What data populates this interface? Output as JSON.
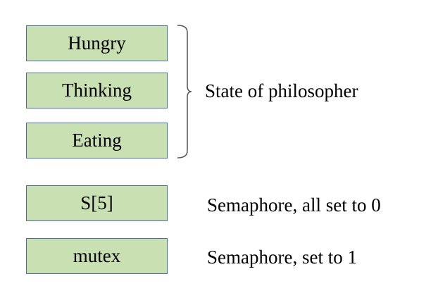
{
  "states": [
    {
      "label": "Hungry"
    },
    {
      "label": "Thinking"
    },
    {
      "label": "Eating"
    }
  ],
  "state_group_label": "State of philosopher",
  "semaphores": [
    {
      "box": "S[5]",
      "description": "Semaphore, all set to 0"
    },
    {
      "box": "mutex",
      "description": "Semaphore, set to 1"
    }
  ],
  "colors": {
    "box_fill": "#c9e0b3",
    "box_border": "#4a6fa5",
    "brace": "#555555"
  }
}
